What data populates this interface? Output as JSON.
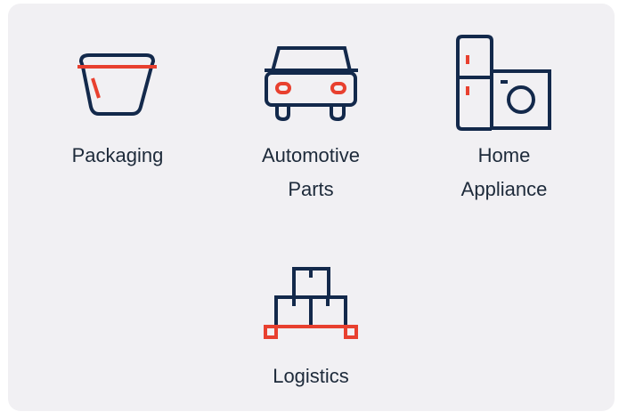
{
  "colors": {
    "primary": "#13294b",
    "accent": "#e8402f",
    "panel": "#f1f0f3"
  },
  "items": [
    {
      "icon": "packaging-icon",
      "lines": [
        "Packaging"
      ]
    },
    {
      "icon": "car-icon",
      "lines": [
        "Automotive",
        "Parts"
      ]
    },
    {
      "icon": "home-appliance-icon",
      "lines": [
        "Home",
        "Appliance"
      ]
    },
    {
      "icon": "logistics-icon",
      "lines": [
        "Logistics"
      ]
    }
  ]
}
